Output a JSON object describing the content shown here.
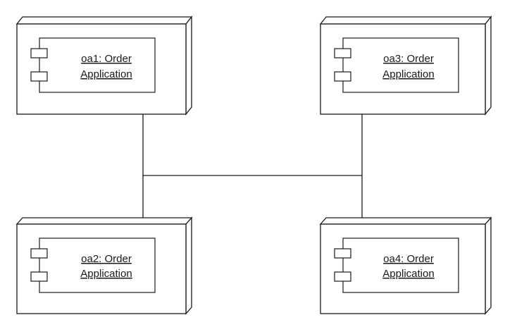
{
  "diagram": {
    "nodes": [
      {
        "id": "oa1",
        "line1": "oa1: Order",
        "line2": "Application"
      },
      {
        "id": "oa3",
        "line1": "oa3: Order",
        "line2": "Application"
      },
      {
        "id": "oa2",
        "line1": "oa2: Order",
        "line2": "Application"
      },
      {
        "id": "oa4",
        "line1": "oa4: Order",
        "line2": "Application"
      }
    ]
  }
}
